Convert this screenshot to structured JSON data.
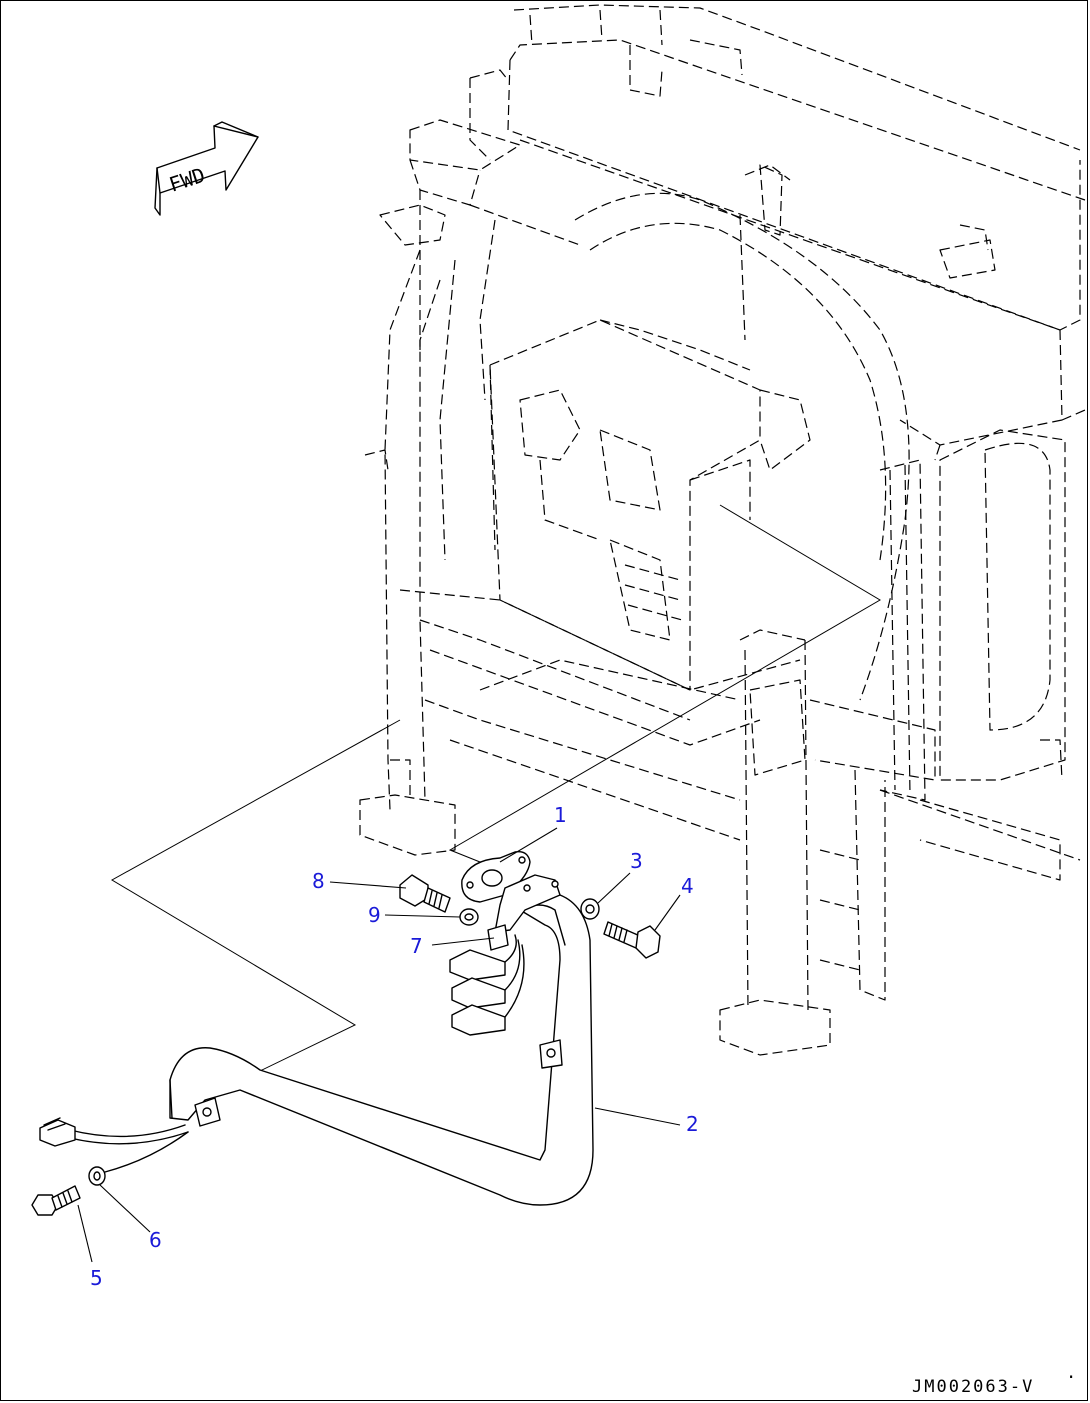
{
  "drawing": {
    "direction_arrow_label": "FWD",
    "code": "JM002063-V",
    "mark": ".",
    "callouts": [
      "1",
      "2",
      "3",
      "4",
      "5",
      "6",
      "7",
      "8",
      "9"
    ],
    "colors": {
      "callout": "#1a1ad8",
      "line": "#000000",
      "background": "#ffffff"
    }
  }
}
